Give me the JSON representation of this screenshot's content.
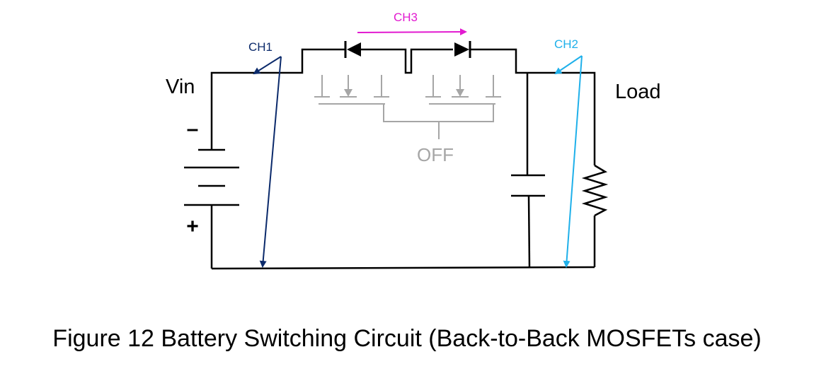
{
  "labels": {
    "vin": "Vin",
    "load": "Load",
    "minus": "–",
    "plus": "+",
    "off": "OFF",
    "ch1": "CH1",
    "ch2": "CH2",
    "ch3": "CH3"
  },
  "caption": "Figure 12 Battery Switching Circuit (Back-to-Back MOSFETs case)",
  "colors": {
    "wire": "#000000",
    "mosfet_off": "#a6a6a6",
    "ch1": "#0b2a6b",
    "ch2": "#1fb0ea",
    "ch3": "#e21ad0"
  }
}
